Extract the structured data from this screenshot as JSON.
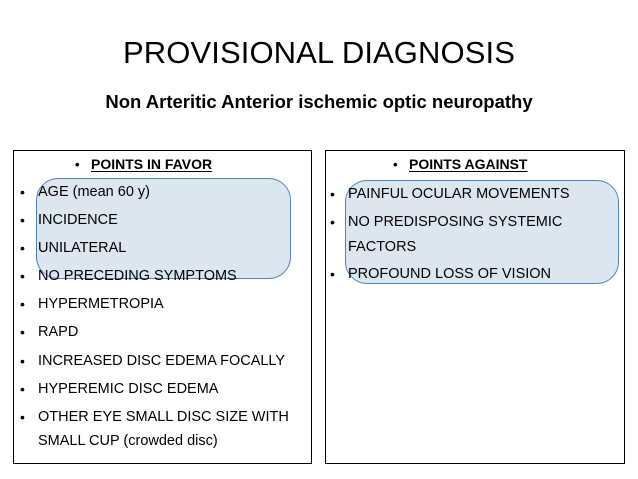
{
  "slide": {
    "title": "PROVISIONAL DIAGNOSIS",
    "subtitle": "Non Arteritic Anterior ischemic optic neuropathy",
    "bullet_glyph": "•",
    "colors": {
      "background": "#ffffff",
      "text": "#000000",
      "panel_border": "#000000",
      "highlight_fill": "#dce6f1",
      "highlight_border": "#4f81bd"
    }
  },
  "columns": [
    {
      "id": "favor",
      "header": "POINTS IN FAVOR",
      "items": [
        "AGE (mean 60 y)",
        "INCIDENCE",
        "UNILATERAL",
        "NO PRECEDING SYMPTOMS",
        "HYPERMETROPIA",
        "RAPD",
        "INCREASED DISC EDEMA FOCALLY",
        "HYPEREMIC DISC EDEMA",
        "OTHER EYE SMALL DISC SIZE WITH SMALL CUP (crowded disc)"
      ],
      "highlighted_item_count": 4
    },
    {
      "id": "against",
      "header": "POINTS AGAINST",
      "items": [
        "PAINFUL OCULAR MOVEMENTS",
        "NO PREDISPOSING SYSTEMIC FACTORS",
        "PROFOUND LOSS OF VISION"
      ],
      "highlighted_item_count": 2
    }
  ]
}
